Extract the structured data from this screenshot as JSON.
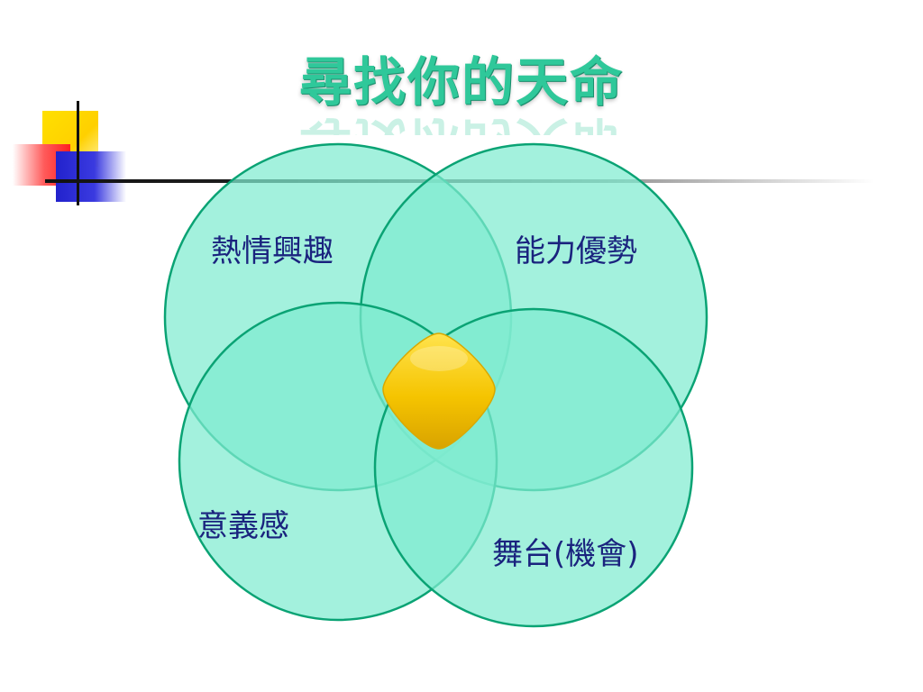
{
  "slide": {
    "title": "尋找你的天命"
  },
  "venn": {
    "circles": [
      {
        "label": "熱情興趣"
      },
      {
        "label": "能力優勢"
      },
      {
        "label": "意義感"
      },
      {
        "label": "舞台(機會)"
      }
    ],
    "colors": {
      "circle_fill": "#7fecd0",
      "circle_stroke": "#0aa374",
      "center_gold": "#f5c400",
      "label_text": "#1a237e",
      "title_green": "#2fc89a"
    }
  }
}
